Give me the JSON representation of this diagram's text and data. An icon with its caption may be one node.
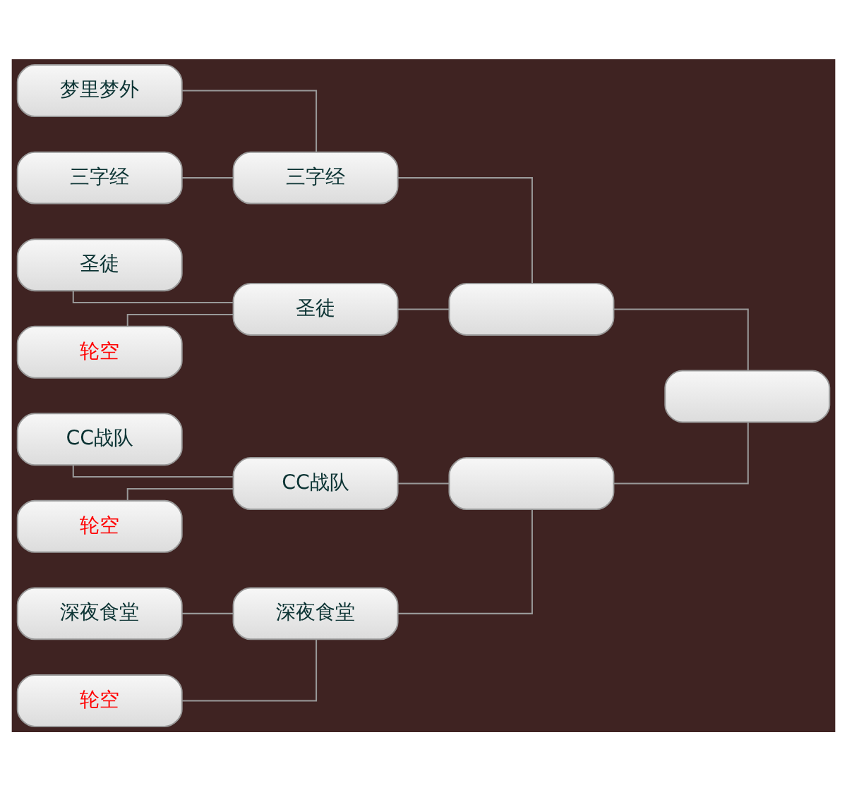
{
  "diagram": {
    "nodes": [
      {
        "text": [
          "梦里梦外"
        ]
      },
      {
        "text": [
          "三字经"
        ]
      },
      {
        "text": [
          "圣徒"
        ]
      },
      {
        "text": [
          "轮空"
        ]
      },
      {
        "text": [
          "CC战队"
        ]
      },
      {
        "text": [
          "轮空"
        ]
      },
      {
        "text": [
          "深夜食堂"
        ]
      },
      {
        "text": [
          "轮空"
        ]
      },
      {
        "text": [
          "三字经"
        ]
      },
      {
        "text": [
          "圣徒"
        ]
      },
      {
        "text": [
          "CC战队"
        ]
      },
      {
        "text": [
          "深夜食堂"
        ]
      },
      {
        "text": [],
        "shape": "box"
      },
      {
        "text": [],
        "shape": "box"
      },
      {
        "text": [],
        "shape": "box"
      }
    ],
    "edges": [
      {
        "from": 0,
        "to": 8,
        "arrow": "none"
      },
      {
        "from": 1,
        "to": 8,
        "arrow": "none"
      },
      {
        "from": 2,
        "to": 9,
        "arrow": "none"
      },
      {
        "from": 3,
        "to": 9,
        "arrow": "none"
      },
      {
        "from": 4,
        "to": 10,
        "arrow": "none"
      },
      {
        "from": 5,
        "to": 10,
        "arrow": "none"
      },
      {
        "from": 6,
        "to": 11,
        "arrow": "none"
      },
      {
        "from": 7,
        "to": 11,
        "arrow": "none"
      },
      {
        "from": 8,
        "to": 12,
        "arrow": "none"
      },
      {
        "from": 9,
        "to": 12,
        "arrow": "none"
      },
      {
        "from": 10,
        "to": 13,
        "arrow": "none"
      },
      {
        "from": 11,
        "to": 13,
        "arrow": "none"
      },
      {
        "from": 12,
        "to": 14,
        "arrow": "none"
      },
      {
        "from": 13,
        "to": 14,
        "arrow": "none"
      }
    ]
  }
}
